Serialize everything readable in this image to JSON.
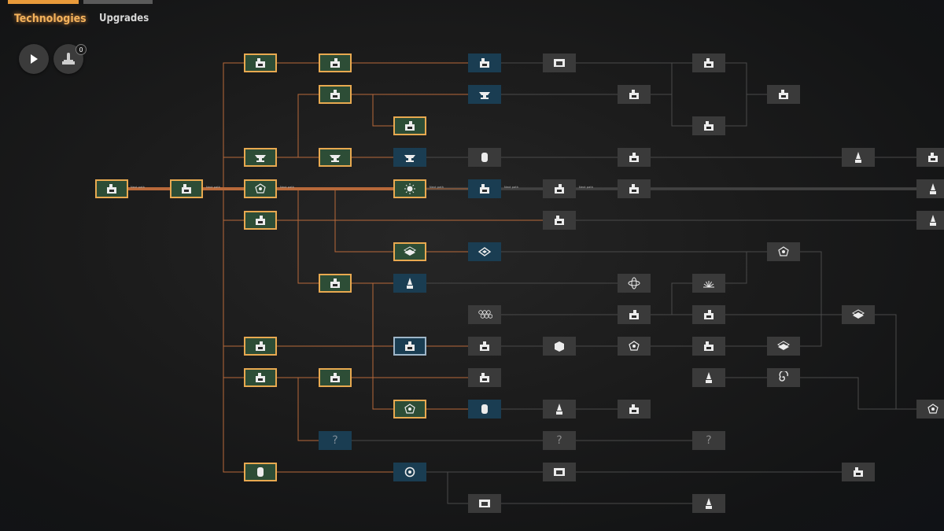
{
  "tabs": [
    {
      "label": "Technologies",
      "active": true
    },
    {
      "label": "Upgrades",
      "active": false
    }
  ],
  "controls": {
    "play_icon": "play-icon",
    "queue_icon": "research-queue-icon",
    "queue_count": "0"
  },
  "colors": {
    "accent": "#e89a3a",
    "researched_fill": "#2d4d36",
    "available_fill": "#1a3d52",
    "locked_fill": "#3a3a3a",
    "line_researched": "#b8693a",
    "line_locked": "#4a4a4a"
  },
  "line_labels": [
    "Next path",
    "Next path",
    "Next path",
    "Next path",
    "Next path",
    "Next path"
  ],
  "unknown_mark": "?",
  "nodes": [
    {
      "id": "n1",
      "icon": "survey-drone-icon",
      "state": "researched"
    },
    {
      "id": "n2",
      "icon": "power-cycle-icon",
      "state": "researched"
    },
    {
      "id": "n3",
      "icon": "assembler-icon",
      "state": "researched"
    },
    {
      "id": "n4",
      "icon": "anvil-icon",
      "state": "researched"
    },
    {
      "id": "n5",
      "icon": "hub-network-icon",
      "state": "researched"
    },
    {
      "id": "n6",
      "icon": "press-icon",
      "state": "researched"
    },
    {
      "id": "n7",
      "icon": "lab-flask-icon",
      "state": "researched"
    },
    {
      "id": "n8",
      "icon": "drill-icon",
      "state": "researched"
    },
    {
      "id": "n9",
      "icon": "canister-icon",
      "state": "researched"
    },
    {
      "id": "n10",
      "icon": "conveyor-icon",
      "state": "researched"
    },
    {
      "id": "n11",
      "icon": "refinery-icon",
      "state": "researched"
    },
    {
      "id": "n12",
      "icon": "forge-anvil-icon",
      "state": "researched"
    },
    {
      "id": "n13",
      "icon": "smelter-icon",
      "state": "researched"
    },
    {
      "id": "n14",
      "icon": "funnel-icon",
      "state": "researched"
    },
    {
      "id": "n15",
      "icon": "mining-cart-icon",
      "state": "researched"
    },
    {
      "id": "n16",
      "icon": "sun-icon",
      "state": "researched"
    },
    {
      "id": "n17",
      "icon": "stacked-plates-icon",
      "state": "researched"
    },
    {
      "id": "n18",
      "icon": "relay-hub-icon",
      "state": "researched"
    },
    {
      "id": "n19",
      "icon": "unknown-icon",
      "state": "available",
      "unknown": true
    },
    {
      "id": "n20",
      "icon": "anvil-cup-icon",
      "state": "available"
    },
    {
      "id": "n21",
      "icon": "cooling-tower-icon",
      "state": "available"
    },
    {
      "id": "n22",
      "icon": "factory-icon",
      "state": "available",
      "selected": true
    },
    {
      "id": "n23",
      "icon": "drone-pad-icon",
      "state": "available"
    },
    {
      "id": "n24",
      "icon": "anvil-hammer-icon",
      "state": "available"
    },
    {
      "id": "n25",
      "icon": "battery-stack-icon",
      "state": "available"
    },
    {
      "id": "n26",
      "icon": "diamond-plate-icon",
      "state": "available"
    },
    {
      "id": "n27",
      "icon": "capsule-icon",
      "state": "available"
    },
    {
      "id": "n28",
      "icon": "turbine-icon",
      "state": "available"
    },
    {
      "id": "n29",
      "icon": "arch-gate-icon",
      "state": "locked"
    },
    {
      "id": "n30",
      "icon": "silo-icon",
      "state": "locked"
    },
    {
      "id": "n31",
      "icon": "hexagon-grid-icon",
      "state": "locked"
    },
    {
      "id": "n32",
      "icon": "mine-building-icon",
      "state": "locked"
    },
    {
      "id": "n33",
      "icon": "crystal-icon",
      "state": "locked"
    },
    {
      "id": "n34",
      "icon": "unknown-icon",
      "state": "locked",
      "unknown": true
    },
    {
      "id": "n35",
      "icon": "tunnel-icon",
      "state": "locked"
    },
    {
      "id": "n36",
      "icon": "crate-icon",
      "state": "locked"
    },
    {
      "id": "n37",
      "icon": "wire-coil-icon",
      "state": "locked"
    },
    {
      "id": "n38",
      "icon": "ore-cluster-icon",
      "state": "locked"
    },
    {
      "id": "n39",
      "icon": "robot-icon",
      "state": "locked"
    },
    {
      "id": "n40",
      "icon": "cube-icon",
      "state": "locked"
    },
    {
      "id": "n41",
      "icon": "rocket-icon",
      "state": "locked"
    },
    {
      "id": "n42",
      "icon": "frame-icon",
      "state": "locked"
    },
    {
      "id": "n43",
      "icon": "bars-icon",
      "state": "locked"
    },
    {
      "id": "n44",
      "icon": "satellite-icon",
      "state": "locked"
    },
    {
      "id": "n45",
      "icon": "orbital-dish-icon",
      "state": "locked"
    },
    {
      "id": "n46",
      "icon": "atom-icon",
      "state": "locked"
    },
    {
      "id": "n47",
      "icon": "log-pile-icon",
      "state": "locked"
    },
    {
      "id": "n48",
      "icon": "hub-network-icon",
      "state": "locked"
    },
    {
      "id": "n49",
      "icon": "electrode-icon",
      "state": "locked"
    },
    {
      "id": "n50",
      "icon": "spark-burst-icon",
      "state": "locked"
    },
    {
      "id": "n51",
      "icon": "flag-stack-icon",
      "state": "locked"
    },
    {
      "id": "n52",
      "icon": "lightning-rod-icon",
      "state": "locked"
    },
    {
      "id": "n53",
      "icon": "beacon-icon",
      "state": "locked"
    },
    {
      "id": "n54",
      "icon": "unknown-icon",
      "state": "locked",
      "unknown": true
    },
    {
      "id": "n55",
      "icon": "tower-icon",
      "state": "locked"
    },
    {
      "id": "n56",
      "icon": "spiral-icon",
      "state": "locked"
    },
    {
      "id": "n57",
      "icon": "sheets-icon",
      "state": "locked"
    },
    {
      "id": "n58",
      "icon": "claw-icon",
      "state": "locked"
    },
    {
      "id": "n59",
      "icon": "hub-network-icon",
      "state": "locked"
    },
    {
      "id": "n60",
      "icon": "layers-icon",
      "state": "locked"
    },
    {
      "id": "n61",
      "icon": "fountain-icon",
      "state": "locked"
    },
    {
      "id": "n62",
      "icon": "rocket-launch-icon",
      "state": "locked"
    },
    {
      "id": "n63",
      "icon": "core-network-icon",
      "state": "locked"
    },
    {
      "id": "n64",
      "icon": "spire-icon",
      "state": "locked"
    },
    {
      "id": "n65",
      "icon": "radar-tower-icon",
      "state": "locked"
    },
    {
      "id": "n66",
      "icon": "generator-icon",
      "state": "locked"
    },
    {
      "id": "n67",
      "icon": "gear-network-icon",
      "state": "locked"
    },
    {
      "id": "n68",
      "icon": "starship-icon",
      "state": "locked"
    }
  ]
}
